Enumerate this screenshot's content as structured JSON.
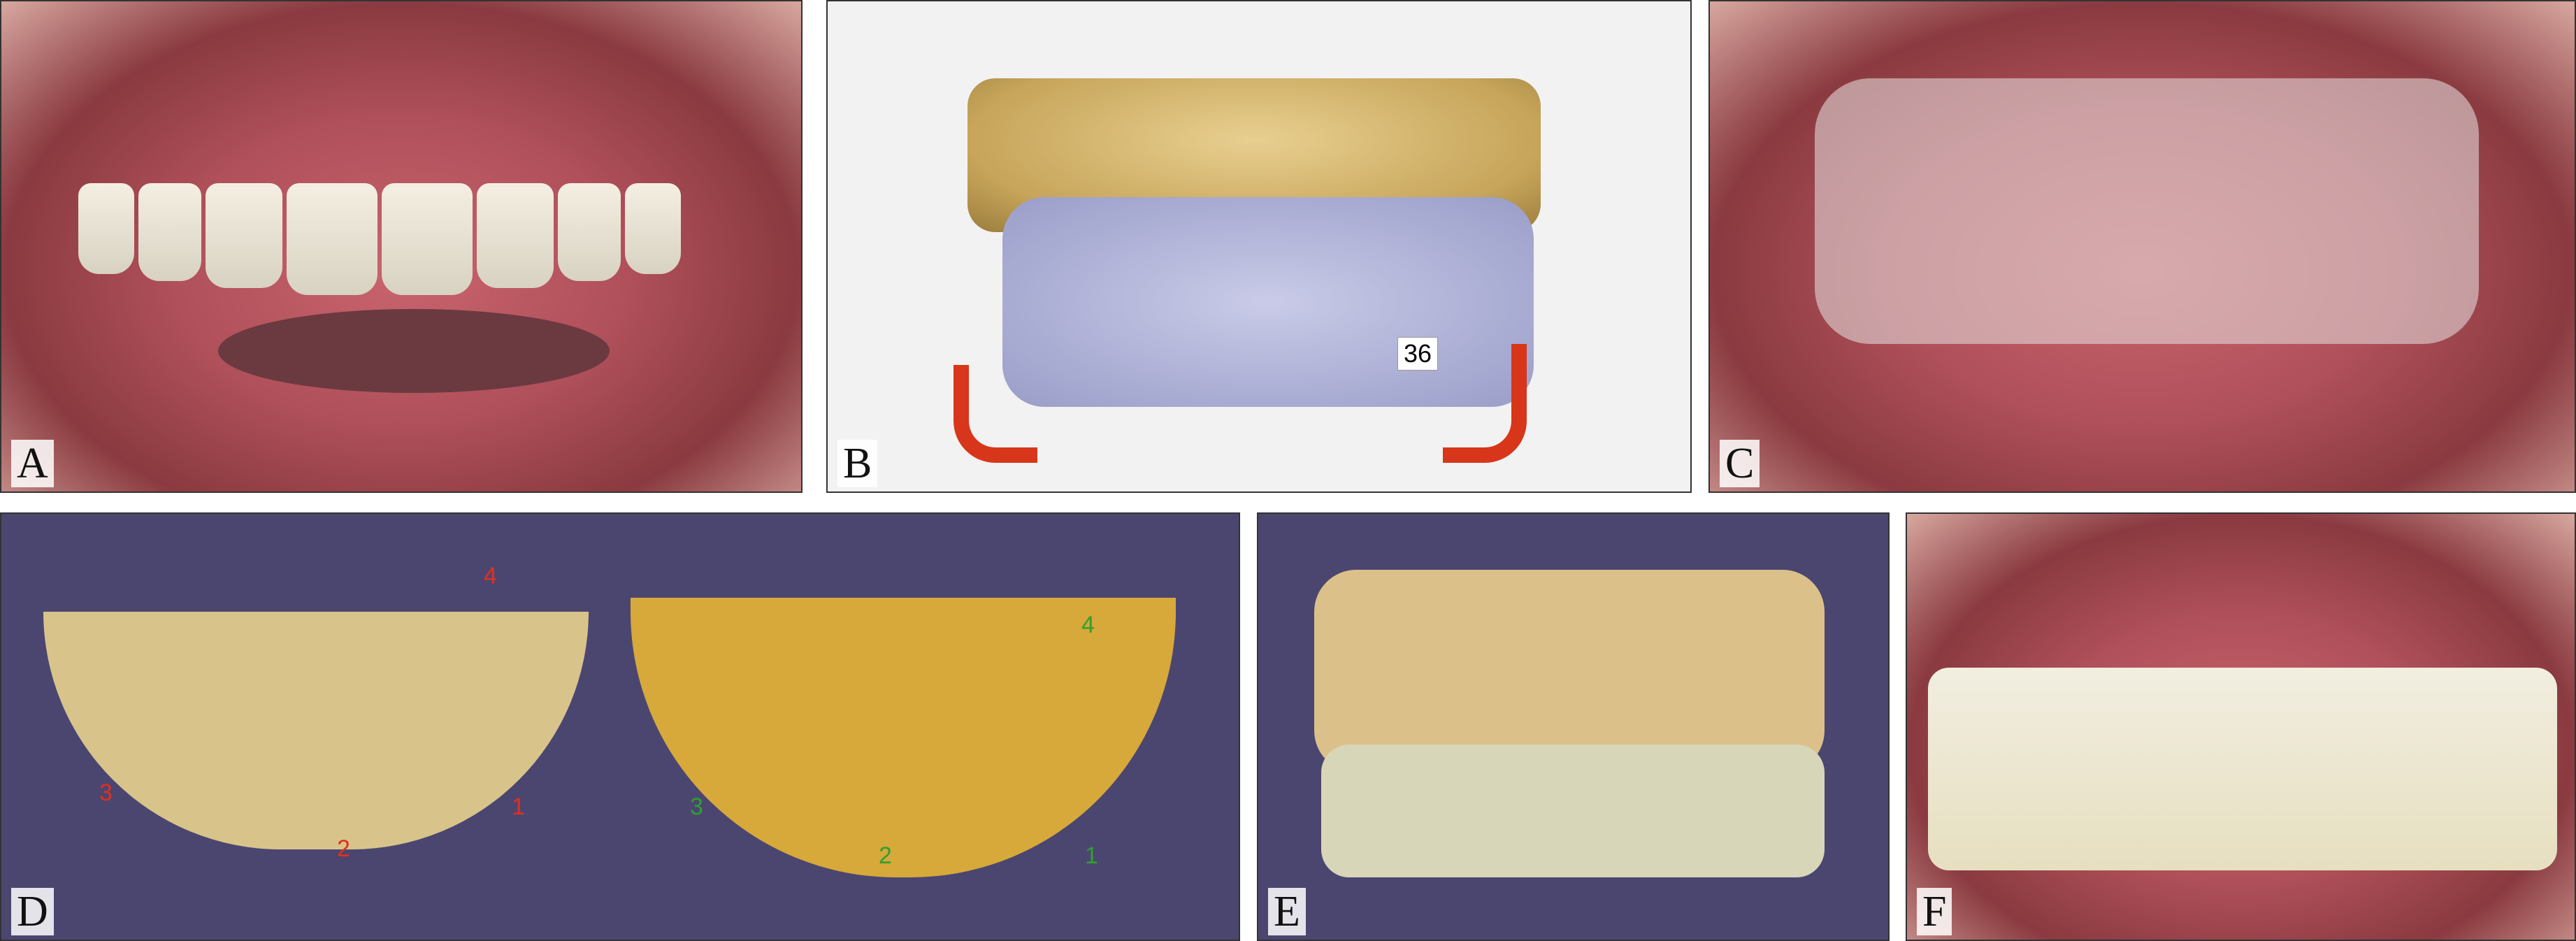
{
  "panels": {
    "a": {
      "label": "A"
    },
    "b": {
      "label": "B",
      "tooth_tag": "36"
    },
    "c": {
      "label": "C"
    },
    "d": {
      "label": "D",
      "red_markers": [
        "4",
        "3",
        "2",
        "1"
      ],
      "green_markers": [
        "4",
        "3",
        "2",
        "1"
      ]
    },
    "e": {
      "label": "E"
    },
    "f": {
      "label": "F"
    }
  }
}
